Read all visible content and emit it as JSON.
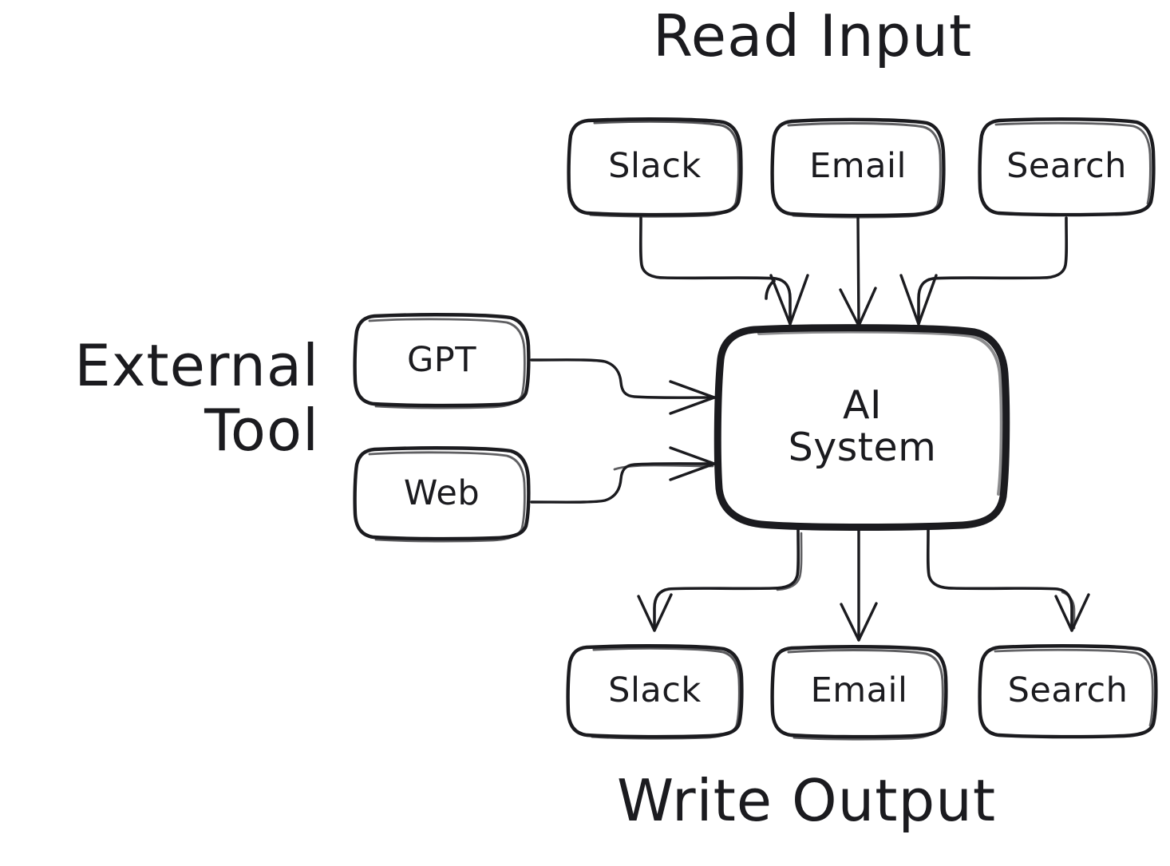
{
  "diagram": {
    "title": "AI System input/output and external tool diagram",
    "background_color": "#ffffff",
    "stroke_color": "#1b1b1f",
    "style": "hand-drawn"
  },
  "sections": {
    "read_input": {
      "label": "Read Input"
    },
    "external_tool": {
      "label": "External Tool",
      "line1": "External",
      "line2": "Tool"
    },
    "write_output": {
      "label": "Write Output"
    }
  },
  "nodes": {
    "center": {
      "label": "AI System",
      "line1": "AI",
      "line2": "System"
    },
    "inputs": [
      {
        "id": "input-slack",
        "label": "Slack"
      },
      {
        "id": "input-email",
        "label": "Email"
      },
      {
        "id": "input-search",
        "label": "Search"
      }
    ],
    "tools": [
      {
        "id": "tool-gpt",
        "label": "GPT"
      },
      {
        "id": "tool-web",
        "label": "Web"
      }
    ],
    "outputs": [
      {
        "id": "output-slack",
        "label": "Slack"
      },
      {
        "id": "output-email",
        "label": "Email"
      },
      {
        "id": "output-search",
        "label": "Search"
      }
    ]
  },
  "edges": [
    {
      "from": "Slack",
      "to": "AI System",
      "direction": "down"
    },
    {
      "from": "Email",
      "to": "AI System",
      "direction": "down"
    },
    {
      "from": "Search",
      "to": "AI System",
      "direction": "down"
    },
    {
      "from": "GPT",
      "to": "AI System",
      "direction": "right"
    },
    {
      "from": "Web",
      "to": "AI System",
      "direction": "right"
    },
    {
      "from": "AI System",
      "to": "Slack",
      "direction": "down"
    },
    {
      "from": "AI System",
      "to": "Email",
      "direction": "down"
    },
    {
      "from": "AI System",
      "to": "Search",
      "direction": "down"
    }
  ]
}
